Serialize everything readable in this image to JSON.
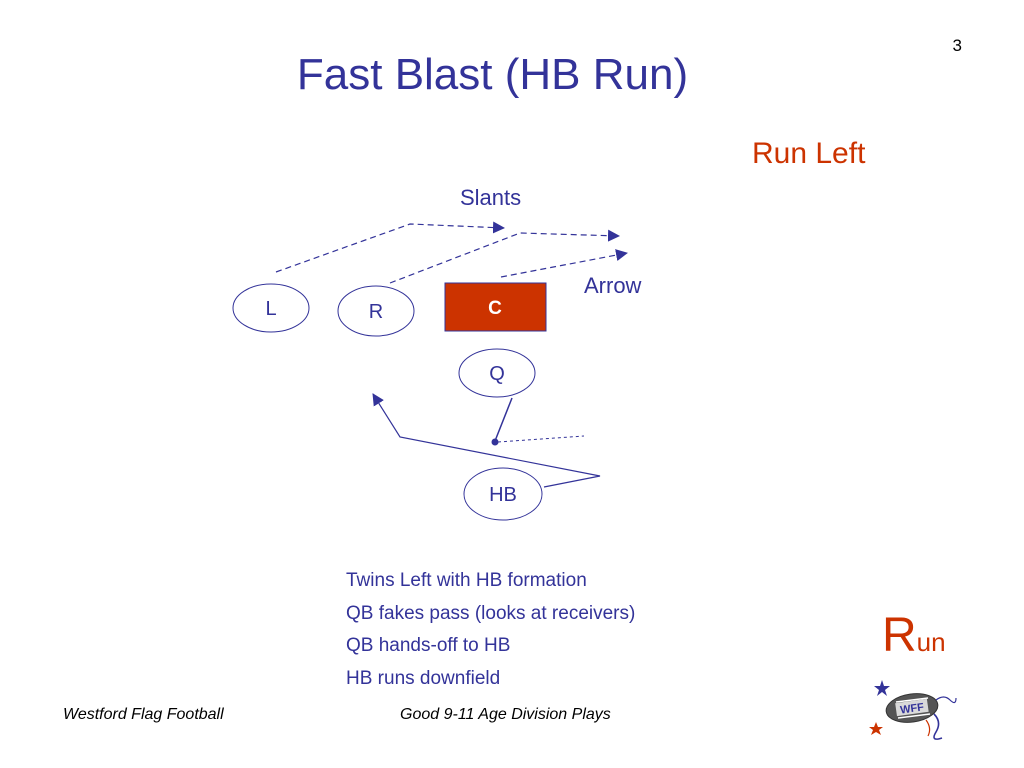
{
  "slide": {
    "number": "3",
    "title": "Fast Blast (HB Run)",
    "subtitle": "Run Left"
  },
  "diagram": {
    "route_labels": {
      "slants": "Slants",
      "arrow": "Arrow"
    },
    "players": {
      "left": "L",
      "right": "R",
      "center": "C",
      "quarterback": "Q",
      "halfback": "HB"
    },
    "colors": {
      "route": "#333399",
      "center_fill": "#cc3300",
      "title": "#333399",
      "accent": "#cc3300"
    }
  },
  "notes": [
    "Twins Left with HB formation",
    "QB fakes pass (looks at receivers)",
    "QB hands-off to HB",
    "HB runs downfield"
  ],
  "footer": {
    "left": "Westford Flag Football",
    "center": "Good 9-11 Age Division Plays"
  },
  "play_type": {
    "initial": "R",
    "rest": "un"
  },
  "logo": {
    "text": "WFF"
  }
}
